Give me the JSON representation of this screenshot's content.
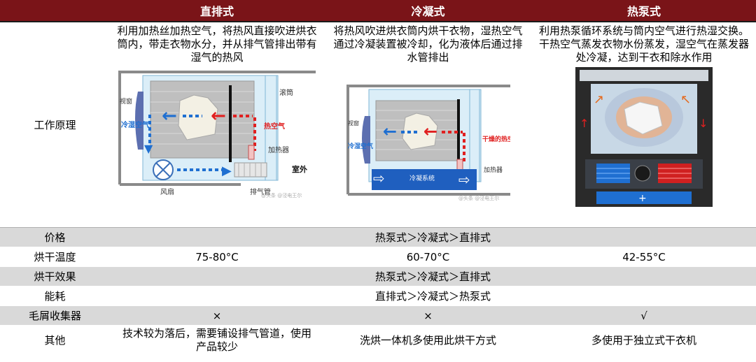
{
  "header": {
    "col0": "",
    "col1": "直排式",
    "col2": "冷凝式",
    "col3": "热泵式"
  },
  "principle": {
    "label": "工作原理",
    "direct": {
      "desc": "利用加热丝加热空气，将热风直接吹进烘衣筒内，带走衣物水分，并从排气管排出带有湿气的热风",
      "diagram": {
        "viewing_window": "视窗",
        "drum": "滚筒",
        "cold_air": "冷湿空气",
        "hot_air": "热空气",
        "heater": "加热器",
        "outside": "室外",
        "fan": "风扇",
        "exhaust": "排气管",
        "watermark": "@头条 @泾电王尔"
      }
    },
    "condenser": {
      "desc": "将热风吹进烘衣筒内烘干衣物，湿热空气通过冷凝装置被冷却，化为液体后通过排水管排出",
      "diagram": {
        "viewing_window": "视窗",
        "cold_air": "冷湿空气",
        "dry_hot_air": "干燥的热空气",
        "heater": "加热器",
        "condenser_system": "冷凝系统",
        "watermark": "@头条 @泾电王尔"
      }
    },
    "heatpump": {
      "desc": "利用热泵循环系统与筒内空气进行热湿交换。干热空气蒸发衣物水份蒸发，湿空气在蒸发器处冷凝，达到干衣和除水作用"
    }
  },
  "rows": [
    {
      "label": "价格",
      "merged": "热泵式＞冷凝式＞直排式",
      "shaded": true
    },
    {
      "label": "烘干温度",
      "direct": "75-80°C",
      "condenser": "60-70°C",
      "heatpump": "42-55°C",
      "shaded": false
    },
    {
      "label": "烘干效果",
      "merged": "热泵式＞冷凝式＞直排式",
      "shaded": true
    },
    {
      "label": "能耗",
      "merged": "直排式＞冷凝式＞热泵式",
      "shaded": false
    },
    {
      "label": "毛屑收集器",
      "direct": "×",
      "condenser": "×",
      "heatpump": "√",
      "shaded": true
    },
    {
      "label": "其他",
      "direct": "技术较为落后，需要铺设排气管道，使用产品较少",
      "condenser": "洗烘一体机多使用此烘干方式",
      "heatpump": "多使用于独立式干衣机",
      "shaded": false
    }
  ],
  "colors": {
    "header_bg": "#7a1418",
    "row_shade": "#d9d9d9",
    "cold_blue": "#1f6fd1",
    "hot_red": "#e02020"
  },
  "icons": [
    "arrow-right-icon",
    "arrow-left-icon",
    "fan-icon",
    "shirt-icon"
  ]
}
